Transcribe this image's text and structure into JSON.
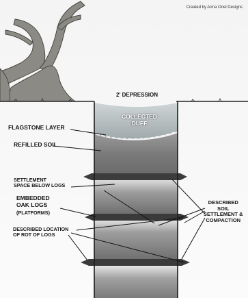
{
  "credit": "Created by Anna Oriel Designs",
  "labels": {
    "depression": "2' DEPRESSION",
    "collected_duff": "COLLECTED\nDUFF",
    "flagstone_layer": "FLAGSTONE LAYER",
    "refilled_soil": "REFILLED SOIL",
    "settlement_space": "SETTLEMENT\nSPACE BELOW LOGS",
    "embedded_oak_logs": "EMBEDDED\nOAK LOGS",
    "platforms": "(PLATFORMS)",
    "described_settlement": "DESCRIBED\nSOIL\nSETTLEMENT &\nCOMPACTION",
    "described_rot": "DESCRIBED LOCATION\nOF ROT OF LOGS"
  }
}
